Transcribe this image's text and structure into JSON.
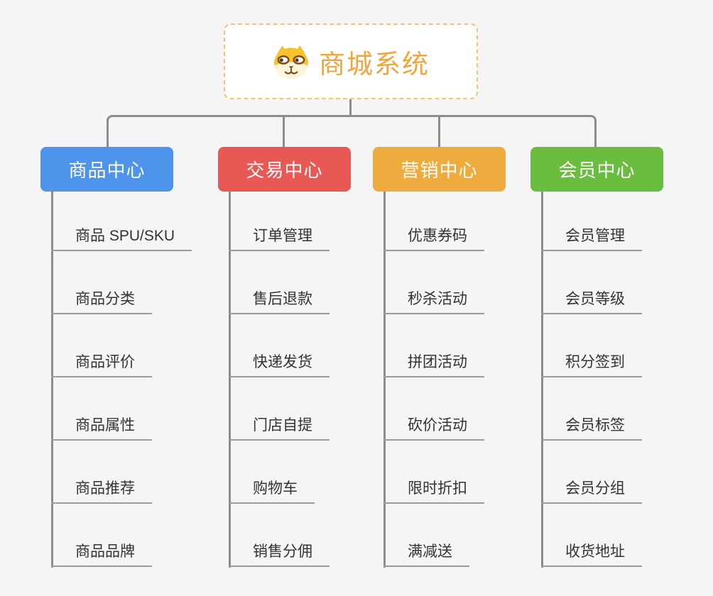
{
  "canvas": {
    "background": "#F5F5F6",
    "connector_color": "#8C8C8C"
  },
  "root": {
    "title": "商城系统",
    "icon": "dog-face-icon",
    "text_color": "#F0A63C",
    "border_color": "#F3C476"
  },
  "branches": [
    {
      "title": "商品中心",
      "color": "#4D94EA",
      "children": [
        "商品 SPU/SKU",
        "商品分类",
        "商品评价",
        "商品属性",
        "商品推荐",
        "商品品牌"
      ]
    },
    {
      "title": "交易中心",
      "color": "#E85955",
      "children": [
        "订单管理",
        "售后退款",
        "快递发货",
        "门店自提",
        "购物车",
        "销售分佣"
      ]
    },
    {
      "title": "营销中心",
      "color": "#EEAC3E",
      "children": [
        "优惠券码",
        "秒杀活动",
        "拼团活动",
        "砍价活动",
        "限时折扣",
        "满减送"
      ]
    },
    {
      "title": "会员中心",
      "color": "#6ABD3F",
      "children": [
        "会员管理",
        "会员等级",
        "积分签到",
        "会员标签",
        "会员分组",
        "收货地址"
      ]
    }
  ]
}
